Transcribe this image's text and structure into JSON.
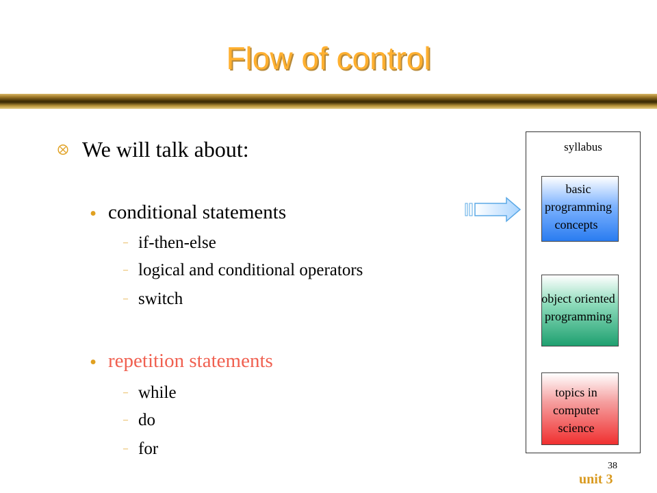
{
  "title": "Flow of control",
  "intro": "We will talk about:",
  "sections": [
    {
      "label": "conditional statements",
      "color": "#000000",
      "items": [
        "if-then-else",
        "logical and conditional operators",
        "switch"
      ]
    },
    {
      "label": "repetition statements",
      "color": "#f06050",
      "items": [
        "while",
        "do",
        "for"
      ]
    }
  ],
  "syllabus": {
    "label": "syllabus",
    "boxes": [
      {
        "lines": [
          "basic",
          "programming",
          "concepts"
        ]
      },
      {
        "lines": [
          "object oriented",
          "programming"
        ]
      },
      {
        "lines": [
          "topics in",
          "computer",
          "science"
        ]
      }
    ]
  },
  "footer": {
    "page": "38",
    "unit": "unit 3"
  },
  "colors": {
    "title": "#ffb030",
    "accent": "#e0a020",
    "box_blue": "#2a7cf0",
    "box_green": "#1fa070",
    "box_red": "#f03030"
  }
}
